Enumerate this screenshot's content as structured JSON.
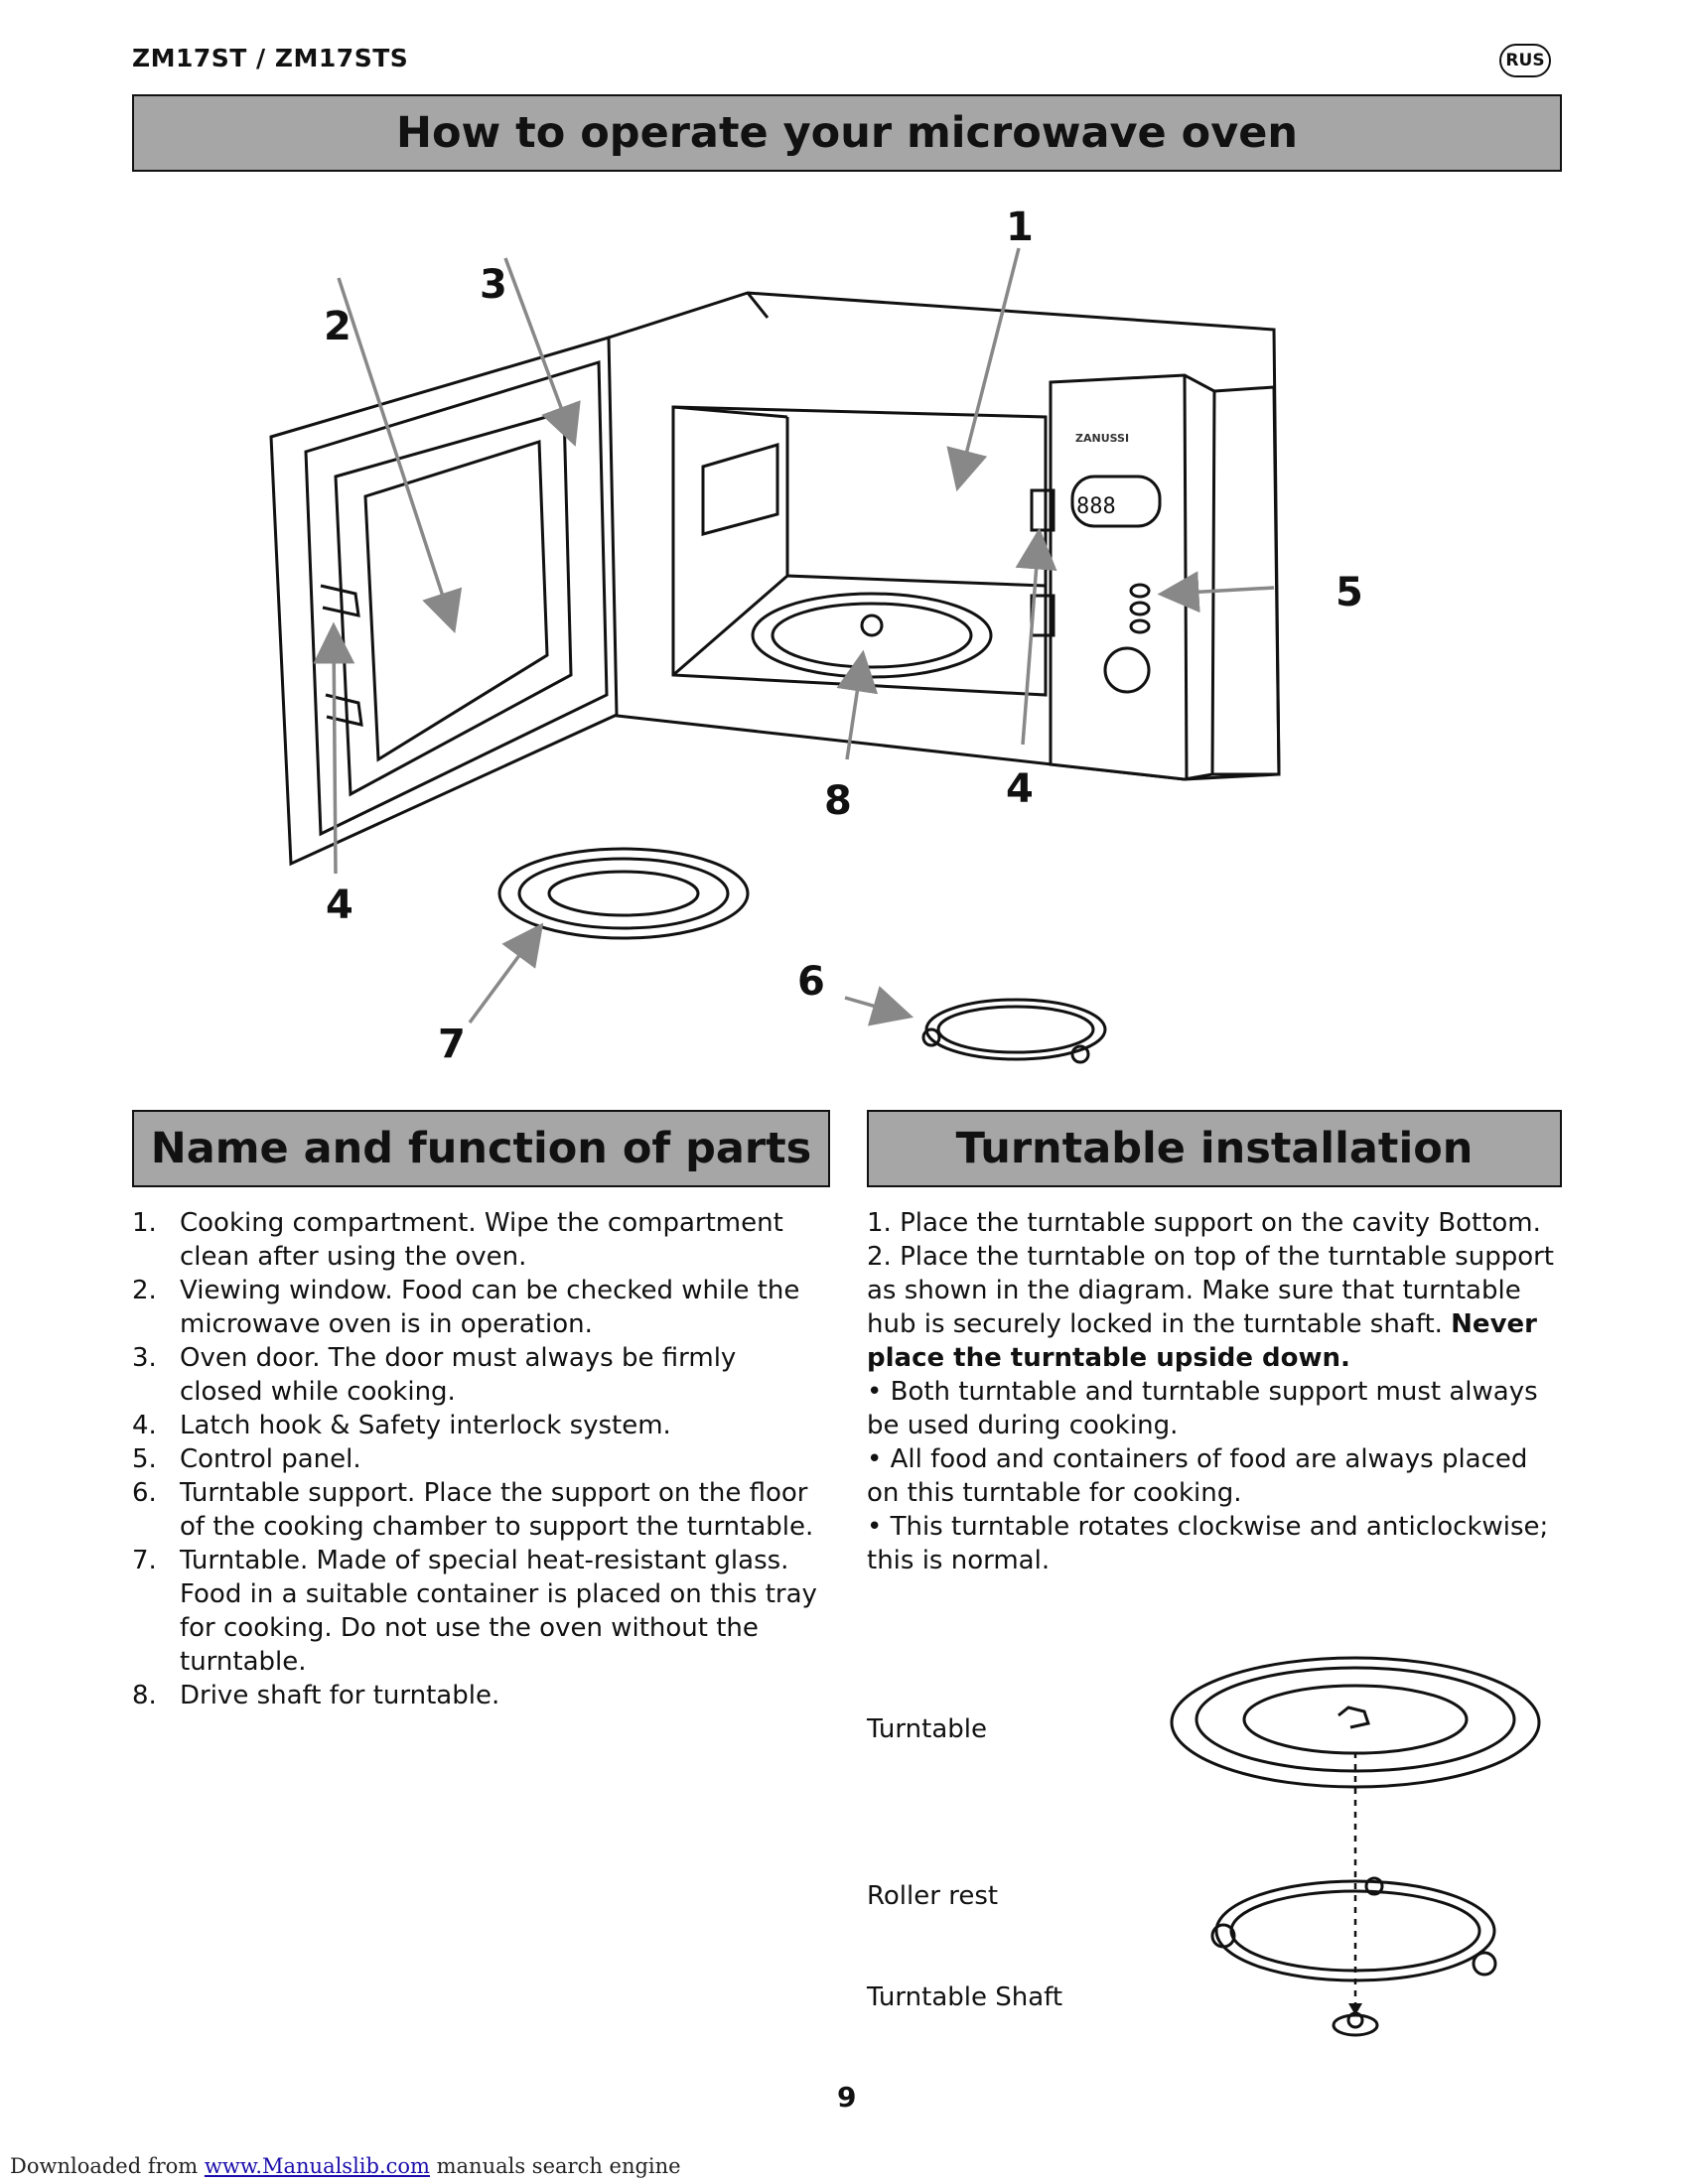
{
  "header": {
    "model": "ZM17ST / ZM17STS",
    "lang_badge": "RUS"
  },
  "main_title": "How to operate your microwave oven",
  "diagram": {
    "callouts": [
      "1",
      "2",
      "3",
      "4",
      "4",
      "5",
      "6",
      "7",
      "8"
    ],
    "brand": "ZANUSSI",
    "display": "888"
  },
  "parts": {
    "heading": "Name and function of parts",
    "items": [
      {
        "num": "1.",
        "text": "Cooking compartment. Wipe the compartment clean after using the oven."
      },
      {
        "num": "2.",
        "text": "Viewing window. Food can be checked while the microwave oven is in operation."
      },
      {
        "num": "3.",
        "text": "Oven door. The door must always be firmly closed while cooking."
      },
      {
        "num": "4.",
        "text": "Latch hook & Safety interlock system."
      },
      {
        "num": "5.",
        "text": "Control panel."
      },
      {
        "num": "6.",
        "text": "Turntable support. Place the support on the floor of the cooking chamber to support the turntable."
      },
      {
        "num": "7.",
        "text": "Turntable. Made of special heat-resistant glass. Food in a suitable container is placed on this tray for  cooking. Do not use the oven without the turntable."
      },
      {
        "num": "8.",
        "text": "Drive shaft for turntable."
      }
    ]
  },
  "installation": {
    "heading": "Turntable installation",
    "step1": "1. Place the turntable support on the cavity Bottom.",
    "step2": "2. Place the turntable on top of the turntable support as shown in the diagram. Make sure that turntable hub is securely locked in the turntable shaft.",
    "step2_bold": "Never place the turntable upside down.",
    "bullet1": "• Both turntable and turntable support must always be used during cooking.",
    "bullet2": "• All food and containers of food are always placed on this turntable for cooking.",
    "bullet3": "• This turntable rotates clockwise and anticlockwise; this is normal.",
    "labels": {
      "turntable": "Turntable",
      "roller_rest": "Roller rest",
      "shaft": "Turntable Shaft"
    }
  },
  "page_number": "9",
  "footer": {
    "prefix": "Downloaded from ",
    "link": "www.Manualslib.com",
    "suffix": " manuals search engine"
  }
}
